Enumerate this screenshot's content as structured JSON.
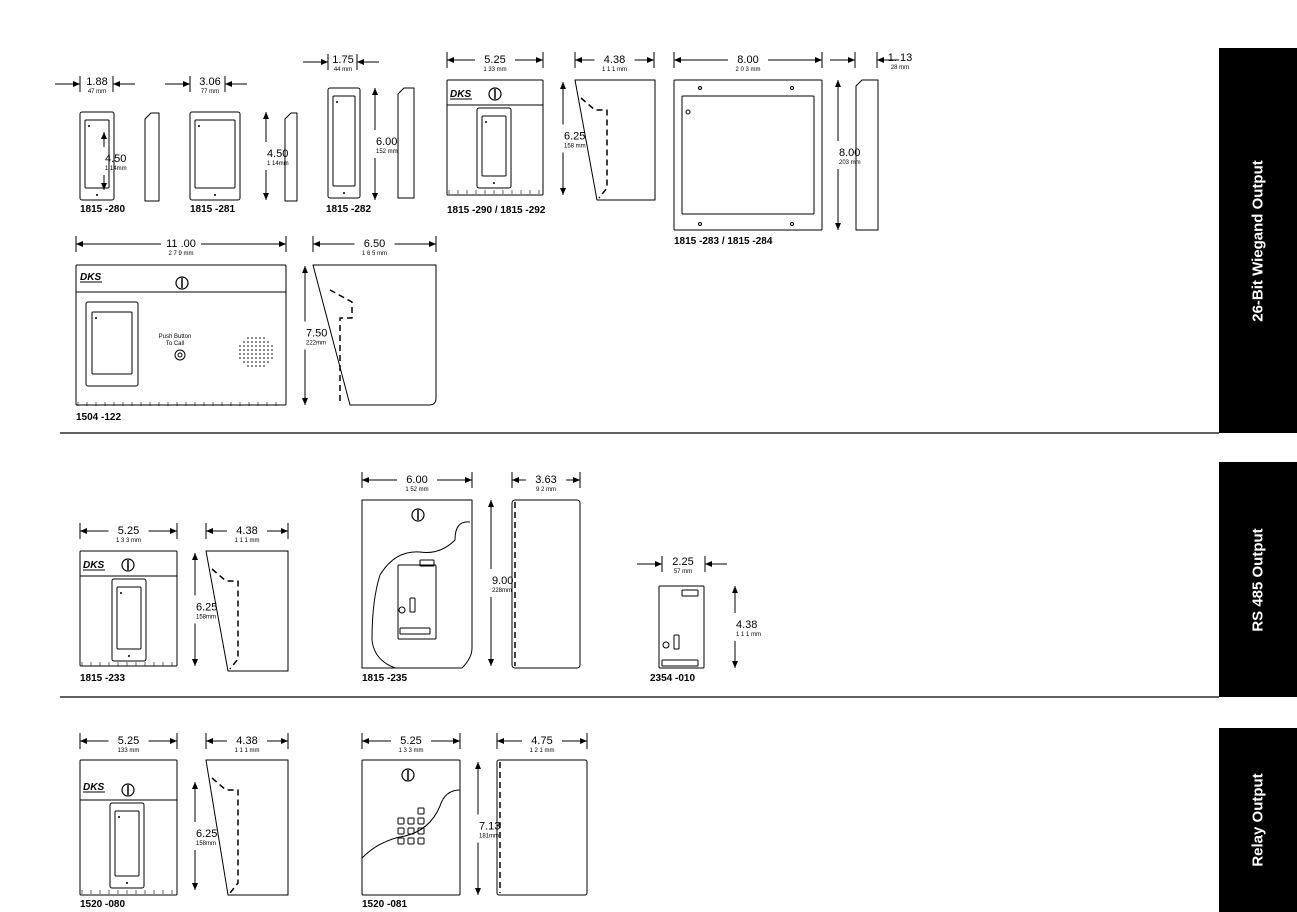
{
  "sections": [
    {
      "label": "26-Bit Wiegand Output"
    },
    {
      "label": "RS 485 Output"
    },
    {
      "label": "Relay Output"
    }
  ],
  "models": {
    "m280": "1815 -280",
    "m281": "1815 -281",
    "m282": "1815 -282",
    "m290": "1815 -290 / 1815 -292",
    "m283": "1815 -283 / 1815 -284",
    "m1504": "1504 -122",
    "m233": "1815 -233",
    "m235": "1815 -235",
    "m2354": "2354 -010",
    "m080": "1520 -080",
    "m081": "1520 -081"
  },
  "dims": {
    "d280w": "1.88",
    "d280w_mm": "47 mm",
    "d280h": "4.50",
    "d280h_mm": "1 14mm",
    "d281w": "3.06",
    "d281w_mm": "77 mm",
    "d281h": "4.50",
    "d281h_mm": "1 14mm",
    "d282w": "1.75",
    "d282w_mm": "44 mm",
    "d282h": "6.00",
    "d282h_mm": "152 mm",
    "d290w": "5.25",
    "d290w_mm": "1 33 mm",
    "d290d": "4.38",
    "d290d_mm": "1 1 1 mm",
    "d290h": "6.25",
    "d290h_mm": "158 mm",
    "d283w": "8.00",
    "d283w_mm": "2 0 3 mm",
    "d283h": "8.00",
    "d283h_mm": "203 mm",
    "d283d": "1. 13",
    "d283d_mm": "28 mm",
    "d1504w": "11 .00",
    "d1504w_mm": "2 7 9 mm",
    "d1504d": "6.50",
    "d1504d_mm": "1 6 5 mm",
    "d1504h": "7.50",
    "d1504h_mm": "222mm",
    "d233w": "5.25",
    "d233w_mm": "1 3 3 mm",
    "d233d": "4.38",
    "d233d_mm": "1 1 1 mm",
    "d233h": "6.25",
    "d233h_mm": "158mm",
    "d235w": "6.00",
    "d235w_mm": "1 52 mm",
    "d235d": "3.63",
    "d235d_mm": "9 2 mm",
    "d235h": "9.00",
    "d235h_mm": "228mm",
    "d2354w": "2.25",
    "d2354w_mm": "57 mm",
    "d2354h": "4.38",
    "d2354h_mm": "1 1 1 mm",
    "d080w": "5.25",
    "d080w_mm": "133 mm",
    "d080d": "4.38",
    "d080d_mm": "1 1 1 mm",
    "d080h": "6.25",
    "d080h_mm": "158mm",
    "d081w": "5.25",
    "d081w_mm": "1 3 3 mm",
    "d081d": "4.75",
    "d081d_mm": "1 2 1 mm",
    "d081h": "7.13",
    "d081h_mm": "181mm"
  },
  "logo": "DKS",
  "push_button_line1": "Push Button",
  "push_button_line2": "To Call",
  "colors": {
    "ink": "#000000",
    "background": "#ffffff",
    "section_bar": "#000000",
    "section_text": "#ffffff"
  }
}
